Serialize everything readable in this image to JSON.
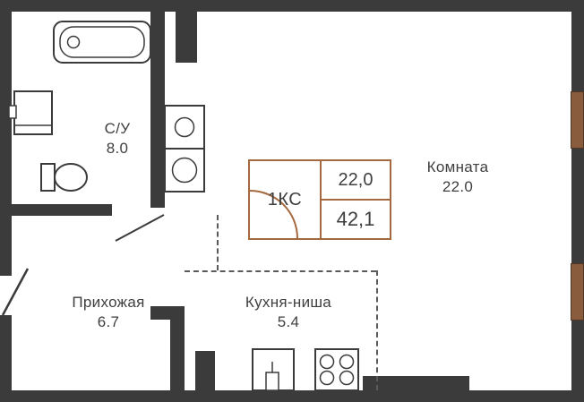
{
  "info_box": {
    "type_label": "1КС",
    "living_area": "22,0",
    "total_area": "42,1"
  },
  "rooms": [
    {
      "name": "С/У",
      "area": "8.0"
    },
    {
      "name": "Комната",
      "area": "22.0"
    },
    {
      "name": "Прихожая",
      "area": "6.7"
    },
    {
      "name": "Кухня-ниша",
      "area": "5.4"
    }
  ],
  "colors": {
    "wall": "#3b3b3b",
    "window": "#8a5c3e",
    "accent": "#a5693f",
    "text": "#3f3f3f",
    "dash": "#5a5a5a",
    "bg": "#ffffff"
  },
  "icons": {
    "fixtures": [
      "bathtub-icon",
      "sink-icon",
      "toilet-icon",
      "washer-icon",
      "dryer-icon",
      "kitchen-sink-icon",
      "stove-icon"
    ],
    "doors": [
      "bathroom-door-swing",
      "entrance-door-swing"
    ],
    "windows": [
      "window-top",
      "window-bottom"
    ]
  }
}
